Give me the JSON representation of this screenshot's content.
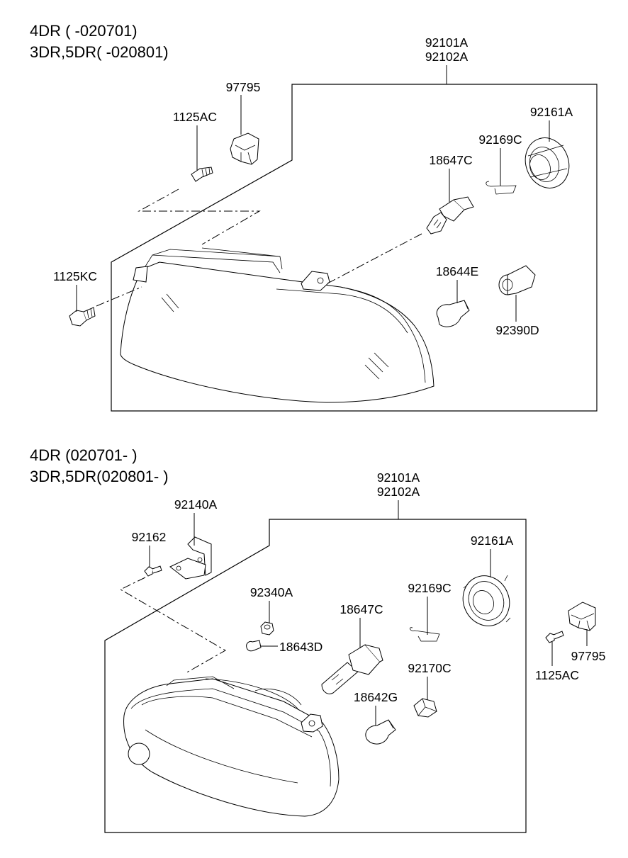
{
  "sections": [
    {
      "header_line1": "4DR ( -020701)",
      "header_line2": "3DR,5DR( -020801)",
      "assembly_labels": [
        "92101A",
        "92102A"
      ],
      "parts": {
        "bracket": "97795",
        "screw_top": "1125AC",
        "screw_left": "1125KC",
        "cap": "92161A",
        "spring_clip": "92169C",
        "headlamp_bulb": "18647C",
        "turn_bulb": "18644E",
        "socket": "92390D"
      }
    },
    {
      "header_line1": "4DR (020701- )",
      "header_line2": "3DR,5DR(020801- )",
      "assembly_labels": [
        "92101A",
        "92102A"
      ],
      "parts": {
        "bracket": "92140A",
        "bolt": "92162",
        "position_socket": "92340A",
        "position_bulb": "18643D",
        "headlamp_bulb": "18647C",
        "cap": "92161A",
        "spring_clip": "92169C",
        "turn_socket": "92170C",
        "turn_bulb": "18642G",
        "outside_bracket": "97795",
        "outside_screw": "1125AC"
      }
    }
  ]
}
